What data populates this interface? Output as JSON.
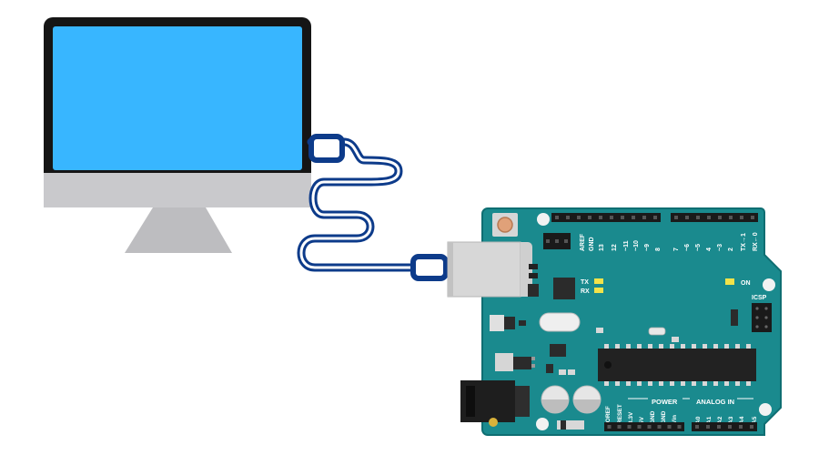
{
  "colors": {
    "screen": "#38b6ff",
    "bezel": "#151515",
    "monitor_chin": "#c9c9cc",
    "stand": "#bdbdc0",
    "cable": "#0d3b8a",
    "board": "#1a8a8e",
    "board_edge": "#0f6e72",
    "header": "#1a1a1a",
    "led": "#f2e34a",
    "usb": "#d7d7d7",
    "chip": "#222222",
    "cap": "#e6e6e6"
  },
  "icons": {
    "monitor": "monitor-icon",
    "cable": "usb-cable-icon",
    "board": "arduino-uno-board-icon"
  },
  "board": {
    "pin_labels_top": [
      "AREF",
      "GND",
      "13",
      "12",
      "~11",
      "~10",
      "~9",
      "8",
      "7",
      "~6",
      "~5",
      "4",
      "~3",
      "2",
      "TX→1",
      "RX←0"
    ],
    "tx_label": "TX",
    "rx_label": "RX",
    "on_label": "ON",
    "icsp_label": "ICSP",
    "power_title": "POWER",
    "analog_title": "ANALOG IN",
    "power_pins": [
      "IOREF",
      "RESET",
      "3.3V",
      "5V",
      "GND",
      "GND",
      "Vin"
    ],
    "analog_pins": [
      "A0",
      "A1",
      "A2",
      "A3",
      "A4",
      "A5"
    ]
  }
}
